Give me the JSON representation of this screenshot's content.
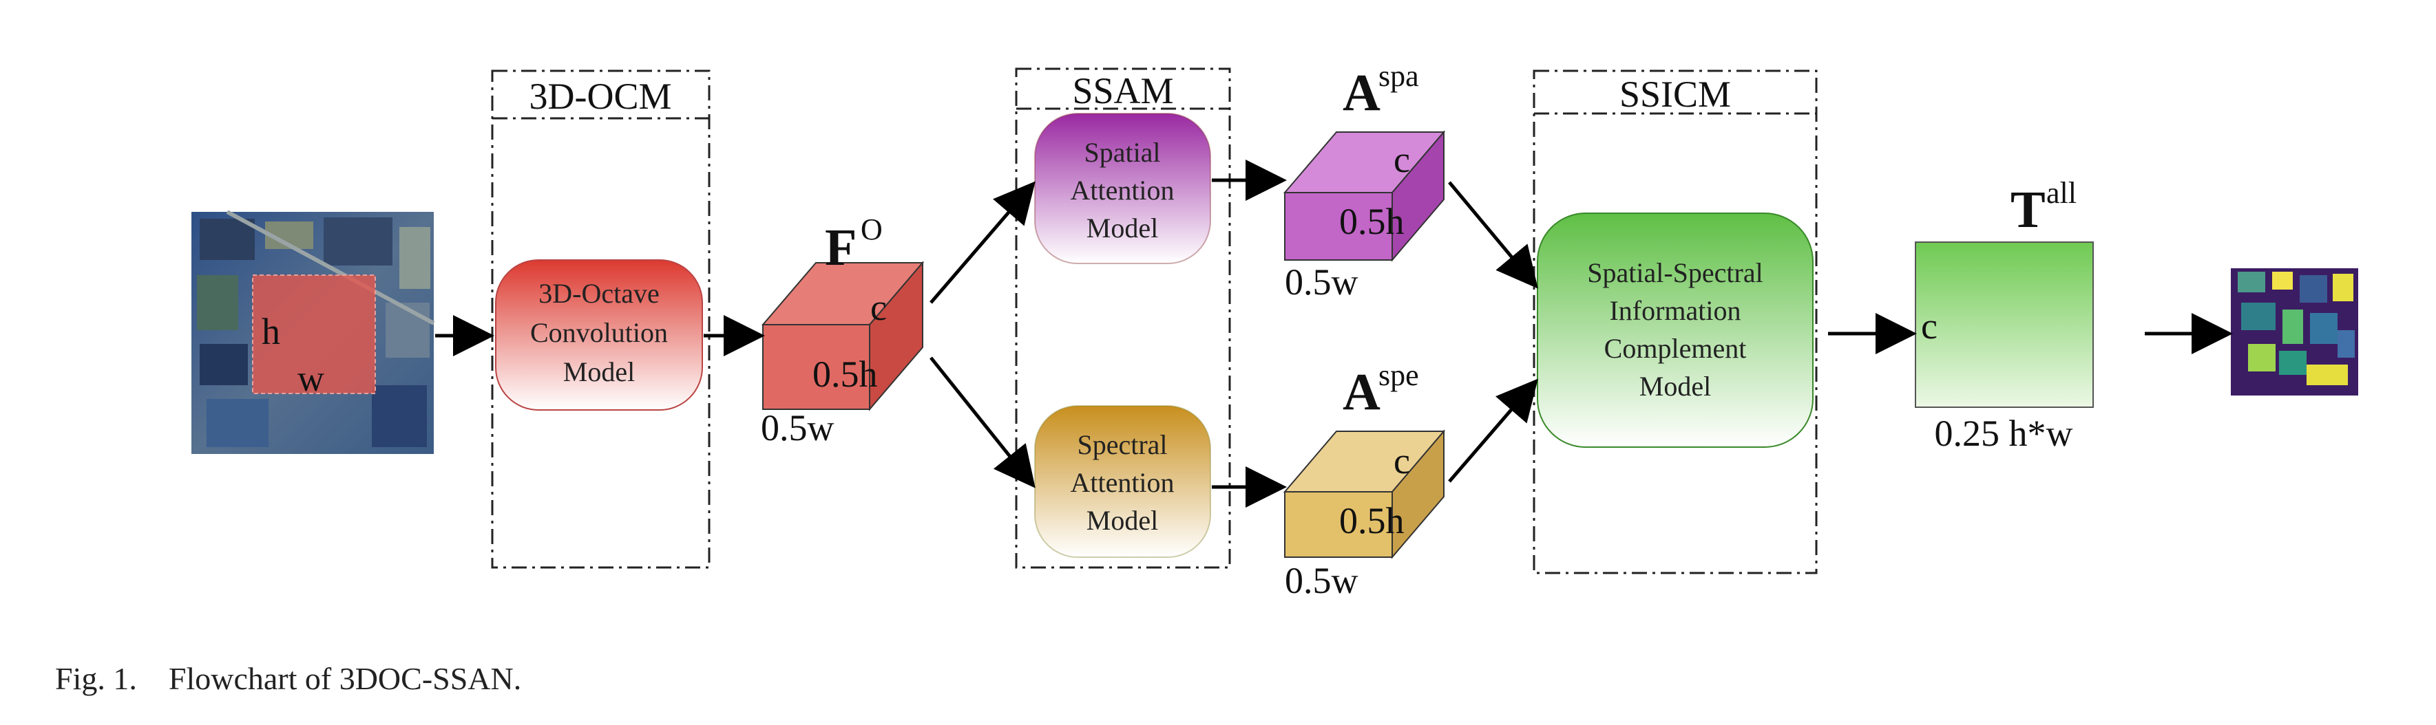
{
  "colors": {
    "ocm_red": "#e04c43",
    "spatial_purple": "#a23aa8",
    "spectral_gold": "#cf9a2c",
    "ssicm_green": "#72c95a",
    "cube_red": "#e06a63",
    "cube_purple": "#c266c8",
    "cube_gold": "#e3c06a",
    "t_green": "#79cf5f"
  },
  "icons": {
    "input_image": "satellite-image-icon",
    "output_image": "classification-map-icon"
  },
  "input": {
    "h": "h",
    "w": "w"
  },
  "ocm": {
    "title": "3D-OCM",
    "lines": [
      "3D-Octave",
      "Convolution",
      "Model"
    ]
  },
  "fo": {
    "label_main": "F",
    "label_sup": "O",
    "c": "c",
    "h": "0.5h",
    "w": "0.5w"
  },
  "ssam": {
    "title": "SSAM",
    "spatial_lines": [
      "Spatial",
      "Attention",
      "Model"
    ],
    "spectral_lines": [
      "Spectral",
      "Attention",
      "Model"
    ]
  },
  "aspa": {
    "label_main": "A",
    "label_sup": "spa",
    "c": "c",
    "h": "0.5h",
    "w": "0.5w"
  },
  "aspe": {
    "label_main": "A",
    "label_sup": "spe",
    "c": "c",
    "h": "0.5h",
    "w": "0.5w"
  },
  "ssicm": {
    "title": "SSICM",
    "lines": [
      "Spatial-Spectral",
      "Information",
      "Complement",
      "Model"
    ]
  },
  "tall": {
    "label_main": "T",
    "label_sup": "all",
    "c": "c",
    "size": "0.25 h*w"
  },
  "caption": "Fig. 1.    Flowchart of 3DOC-SSAN."
}
